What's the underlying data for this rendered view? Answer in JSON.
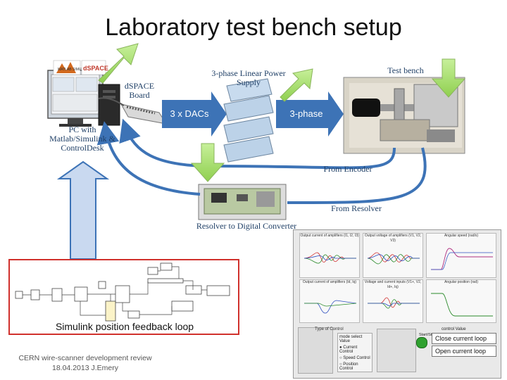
{
  "title": "Laboratory test bench setup",
  "labels": {
    "matlab_logo": "MATLAB SIMULINK",
    "dspace_logo": "dSPACE",
    "dspace_board": "dSPACE Board",
    "pc": "PC with Matlab/Simulink & ControlDesk",
    "power_supply": "3-phase Linear Power Supply",
    "test_bench": "Test bench",
    "dacs": "3 x DACs",
    "three_phase": "3-phase",
    "from_encoder": "From Encoder",
    "from_resolver": "From Resolver",
    "rdc": "Resolver to Digital Converter"
  },
  "simulink_caption": "Simulink position feedback loop",
  "footer": {
    "line1": "CERN wire-scanner development review",
    "line2": "18.04.2013 J.Emery"
  },
  "gui": {
    "plot_titles": [
      "Output current of amplifiers (I1, I2, I3)",
      "Output voltage of amplifiers (V1, V2, V3)",
      "Angular speed (rad/s)",
      "Output current of amplifiers (Id, Iq)",
      "Voltage and current inputs (V1+, V2, Id+, Iq)",
      "Angular position (rad)"
    ],
    "controls": {
      "type_label": "Type of Control",
      "mode_select": "mode select Value",
      "options": [
        "Current Control",
        "Speed Control",
        "Position Control"
      ],
      "start_stop": "Start/Stop",
      "control_value": "control Value",
      "close_loop": "Close current loop",
      "open_loop": "Open current loop"
    }
  },
  "colors": {
    "arrow_blue": "#3d73b6",
    "arrow_green": "#a6dd6e",
    "highlight_red": "#d0312d",
    "label_navy": "#1f3f66",
    "led_green": "#2fa12f"
  }
}
